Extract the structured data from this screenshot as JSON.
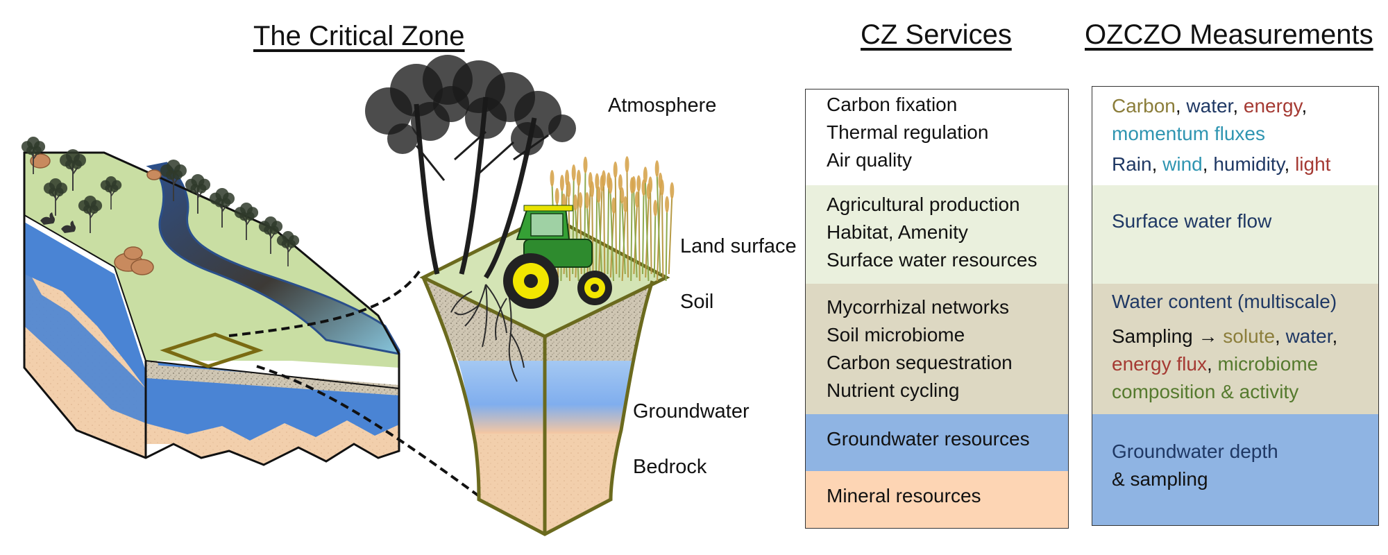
{
  "headings": {
    "critical_zone": "The Critical Zone",
    "cz_services": "CZ Services",
    "ozczo": "OZCZO Measurements"
  },
  "layers": {
    "atmosphere": "Atmosphere",
    "land_surface": "Land surface",
    "soil": "Soil",
    "groundwater": "Groundwater",
    "bedrock": "Bedrock"
  },
  "colors": {
    "atmosphere_band": "#ffffff",
    "surface_band": "#eaf0dd",
    "soil_band": "#ddd8c2",
    "groundwater_band": "#8fb4e3",
    "bedrock_band": "#fdd5b4",
    "carbon": "#8b7d3a",
    "navy": "#1f3864",
    "red": "#a53a33",
    "teal": "#2f95b1",
    "green": "#557a2e",
    "black": "#111111"
  },
  "services": {
    "atmosphere": [
      "Carbon fixation",
      "Thermal regulation",
      "Air quality"
    ],
    "surface": [
      "Agricultural production",
      "Habitat, Amenity",
      "Surface water resources"
    ],
    "soil": [
      "Mycorrhizal networks",
      "Soil microbiome",
      "Carbon sequestration",
      "Nutrient cycling"
    ],
    "groundwater": [
      "Groundwater resources"
    ],
    "bedrock": [
      "Mineral resources"
    ]
  },
  "measurements": {
    "atmosphere_line1": [
      {
        "text": "Carbon",
        "color": "#8b7d3a"
      },
      {
        "text": ", ",
        "color": "#111111"
      },
      {
        "text": "water",
        "color": "#1f3864"
      },
      {
        "text": ", ",
        "color": "#111111"
      },
      {
        "text": "energy",
        "color": "#a53a33"
      },
      {
        "text": ",",
        "color": "#111111"
      }
    ],
    "atmosphere_line2": [
      {
        "text": "momentum fluxes",
        "color": "#2f95b1"
      }
    ],
    "atmosphere_line3": [
      {
        "text": "Rain",
        "color": "#1f3864"
      },
      {
        "text": ", ",
        "color": "#111111"
      },
      {
        "text": "wind",
        "color": "#2f95b1"
      },
      {
        "text": ", ",
        "color": "#111111"
      },
      {
        "text": "humidity",
        "color": "#1f3864"
      },
      {
        "text": ", ",
        "color": "#111111"
      },
      {
        "text": "light",
        "color": "#a53a33"
      }
    ],
    "surface_line1": [
      {
        "text": "Surface water flow",
        "color": "#1f3864"
      }
    ],
    "soil_line1": [
      {
        "text": "Water content (multiscale)",
        "color": "#1f3864"
      }
    ],
    "soil_line2": [
      {
        "text": "Sampling → ",
        "color": "#111111"
      },
      {
        "text": "solute",
        "color": "#8b7d3a"
      },
      {
        "text": ", ",
        "color": "#111111"
      },
      {
        "text": "water",
        "color": "#1f3864"
      },
      {
        "text": ",",
        "color": "#111111"
      }
    ],
    "soil_line3": [
      {
        "text": "energy flux",
        "color": "#a53a33"
      },
      {
        "text": ", ",
        "color": "#111111"
      },
      {
        "text": "microbiome",
        "color": "#557a2e"
      }
    ],
    "soil_line4": [
      {
        "text": "composition & activity",
        "color": "#557a2e"
      }
    ],
    "groundwater_line1": [
      {
        "text": "Groundwater depth",
        "color": "#1f3864"
      }
    ],
    "groundwater_line2": [
      {
        "text": "& sampling",
        "color": "#111111"
      }
    ]
  }
}
